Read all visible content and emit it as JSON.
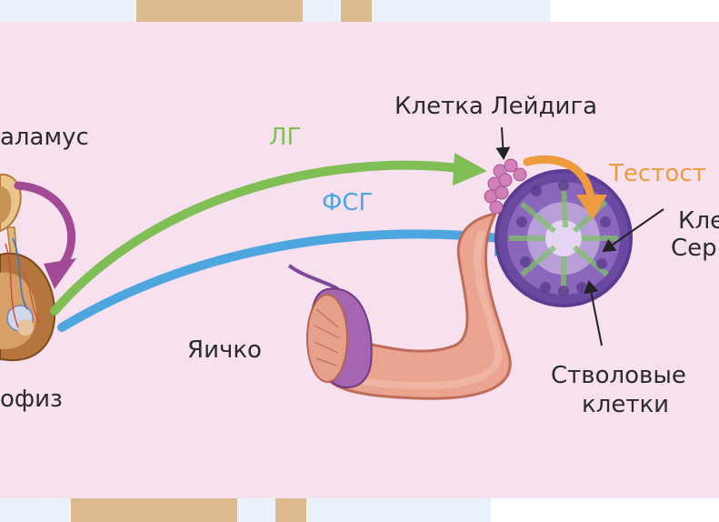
{
  "colors": {
    "background": "#f8e1ee",
    "lh_arrow": "#7fbf55",
    "fsh_arrow": "#4da6dd",
    "testosterone": "#ee9a3e",
    "feedback_arrow": "#a24a96",
    "label_text": "#2b2b2b"
  },
  "labels": {
    "hypothalamus": "аламус",
    "pituitary": "офиз",
    "lh": "ЛГ",
    "fsh": "ФСГ",
    "leydig_cell": "Клетка Лейдига",
    "testosterone": "Тестост",
    "sertoli_line1": "Кле",
    "sertoli_line2": "Сер",
    "testis": "Яичко",
    "stem_cells_line1": "Стволовые",
    "stem_cells_line2": "клетки"
  }
}
